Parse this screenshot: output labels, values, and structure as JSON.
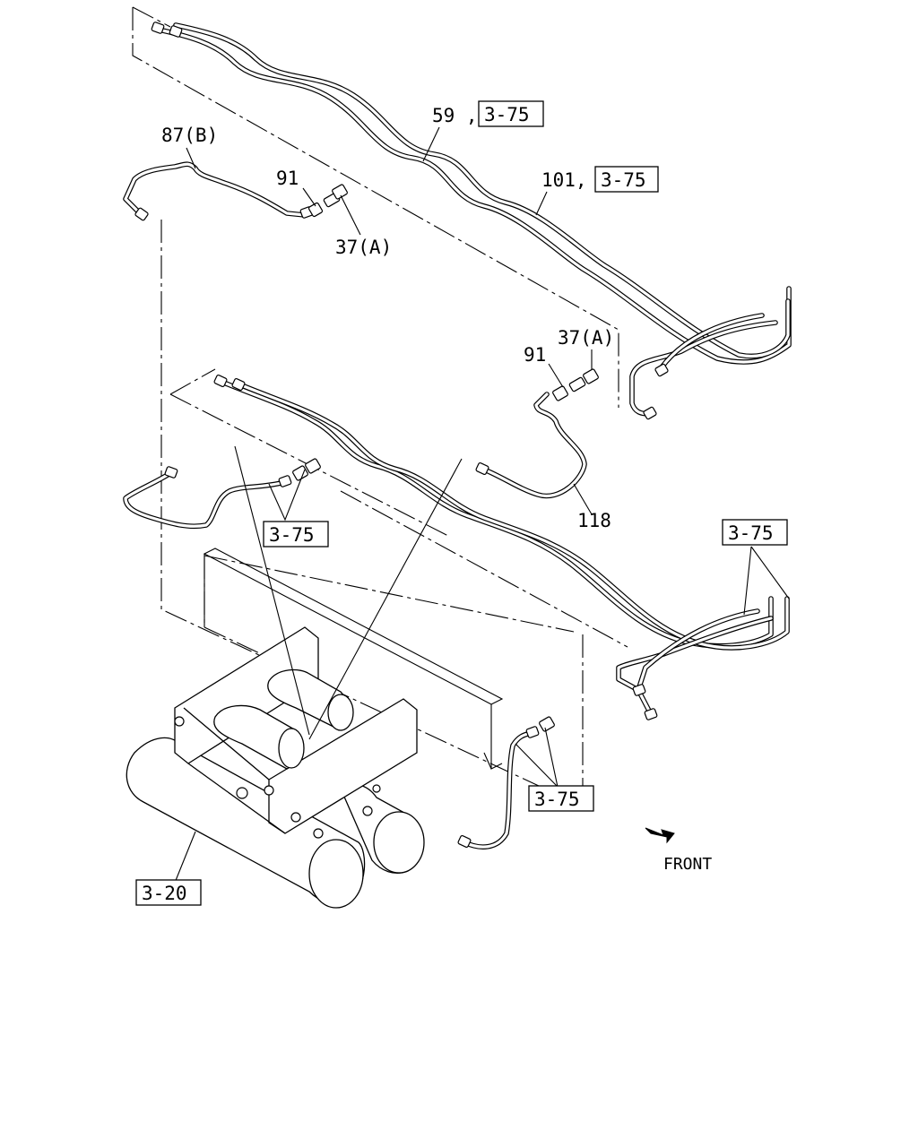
{
  "labels": {
    "part_59": "59 ,",
    "ref_59": "3-75",
    "part_101": "101,",
    "ref_101": "3-75",
    "part_87b": "87(B)",
    "part_91_top": "91",
    "part_37a_top": "37(A)",
    "part_37a_mid": "37(A)",
    "part_91_mid": "91",
    "part_118": "118",
    "ref_left": "3-75",
    "ref_right": "3-75",
    "ref_lower": "3-75",
    "ref_tank": "3-20",
    "front": "FRONT"
  },
  "icons": {
    "front_arrow": "front-direction-arrow-icon"
  }
}
